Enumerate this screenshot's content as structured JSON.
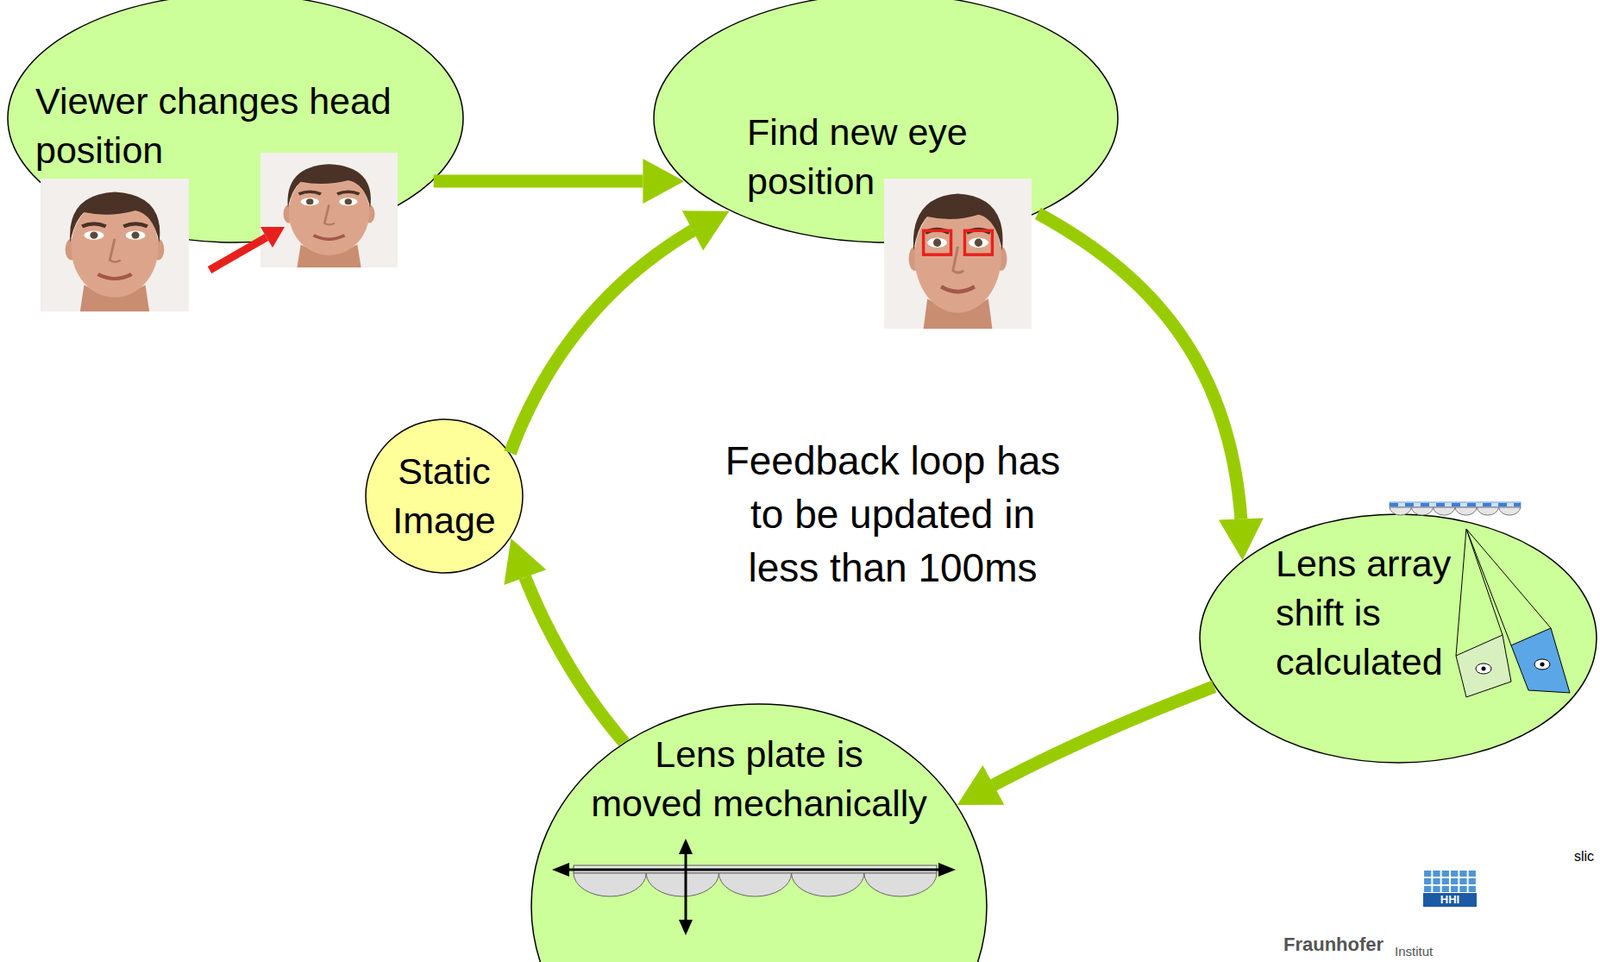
{
  "diagram": {
    "nodes": [
      {
        "text": [
          "Viewer changes head position"
        ]
      },
      {
        "text": [
          "Find new eye position"
        ]
      },
      {
        "text": [
          "Lens array shift is calculated"
        ]
      },
      {
        "text": [
          "Lens plate is moved mechanically"
        ]
      },
      {
        "text": [
          "Static Image"
        ]
      }
    ],
    "edges": [
      {
        "from": 0,
        "to": 1,
        "arrow": "to"
      },
      {
        "from": 1,
        "to": 2,
        "arrow": "to"
      },
      {
        "from": 2,
        "to": 3,
        "arrow": "to"
      },
      {
        "from": 3,
        "to": 4,
        "arrow": "to"
      },
      {
        "from": 4,
        "to": 1,
        "arrow": "to"
      }
    ],
    "labels": [
      "Feedback loop has to be updated in less than 100ms",
      "slic",
      "HHI",
      "Fraunhofer",
      "Institut"
    ]
  }
}
